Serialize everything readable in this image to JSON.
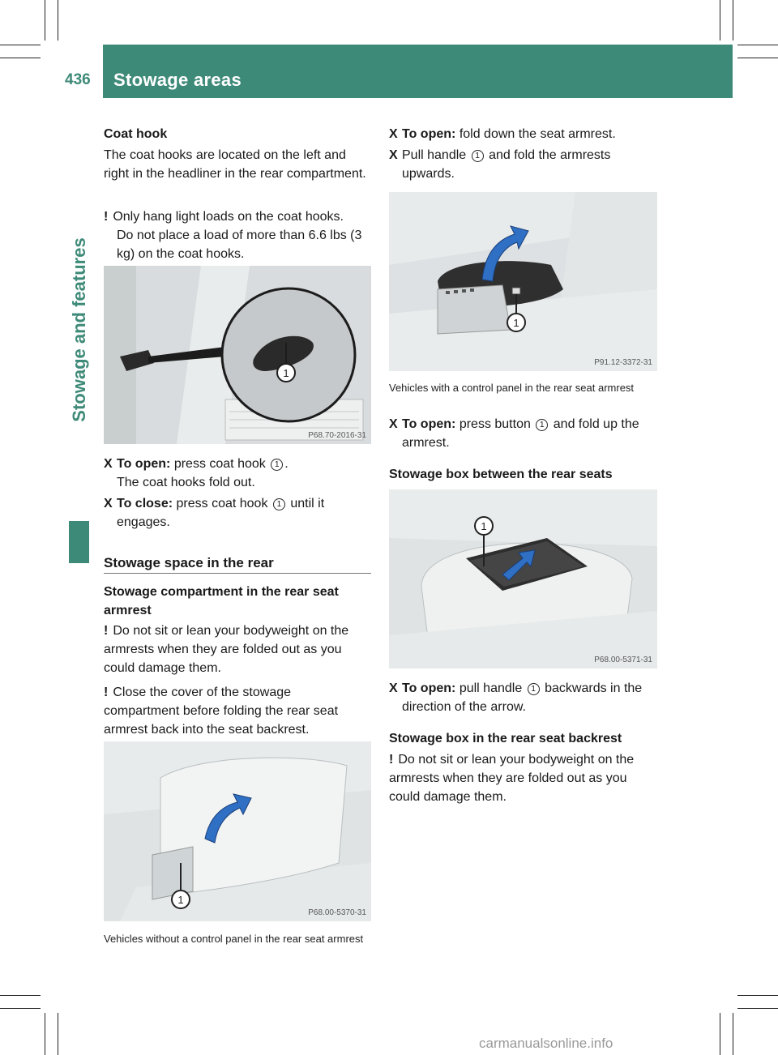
{
  "header": {
    "page_number": "436",
    "section": "Stowage areas",
    "side_tab": "Stowage and features"
  },
  "left": {
    "coat_hook": {
      "heading": "Coat hook",
      "text": "The coat hooks are located on the left and right in the headliner in the rear compartment.",
      "warning_line1": "Only hang light loads on the coat hooks.",
      "warning_line2": "Do not place a load of more than 6.6 lbs (3 kg) on the coat hooks.",
      "figure_code": "P68.70-2016-31",
      "open_label": "To open:",
      "open_text": "press coat hook",
      "open_after": ".",
      "open_result": "The coat hooks fold out.",
      "close_label": "To close:",
      "close_text": "press coat hook",
      "close_after": "until it engages."
    },
    "stowage_rear": {
      "heading": "Stowage space in the rear"
    },
    "compartment": {
      "heading": "Stowage compartment in the rear seat armrest",
      "warning1": "Do not sit or lean your bodyweight on the armrests when they are folded out as you could damage them.",
      "warning2": "Close the cover of the stowage compartment before folding the rear seat armrest back into the seat backrest.",
      "figure_code": "P68.00-5370-31",
      "caption": "Vehicles without a control panel in the rear seat armrest"
    }
  },
  "right": {
    "open_label": "To open:",
    "open_text": "fold down the seat armrest.",
    "pull_text": "Pull handle",
    "pull_after": "and fold the armrests upwards.",
    "figure1_code": "P91.12-3372-31",
    "caption1": "Vehicles with a control panel in the rear seat armrest",
    "open2_label": "To open:",
    "open2_text": "press button",
    "open2_after": "and fold up the armrest.",
    "box_heading": "Stowage box between the rear seats",
    "figure2_code": "P68.00-5371-31",
    "open3_label": "To open:",
    "open3_text": "pull handle",
    "open3_after": "backwards in the direction of the arrow.",
    "backrest_heading": "Stowage box in the rear seat backrest",
    "warning": "Do not sit or lean your bodyweight on the armrests when they are folded out as you could damage them."
  },
  "symbols": {
    "bullet": "X",
    "warning": "!",
    "callout": "1"
  },
  "watermark": "carmanualsonline.info",
  "colors": {
    "accent": "#3e8a78"
  }
}
